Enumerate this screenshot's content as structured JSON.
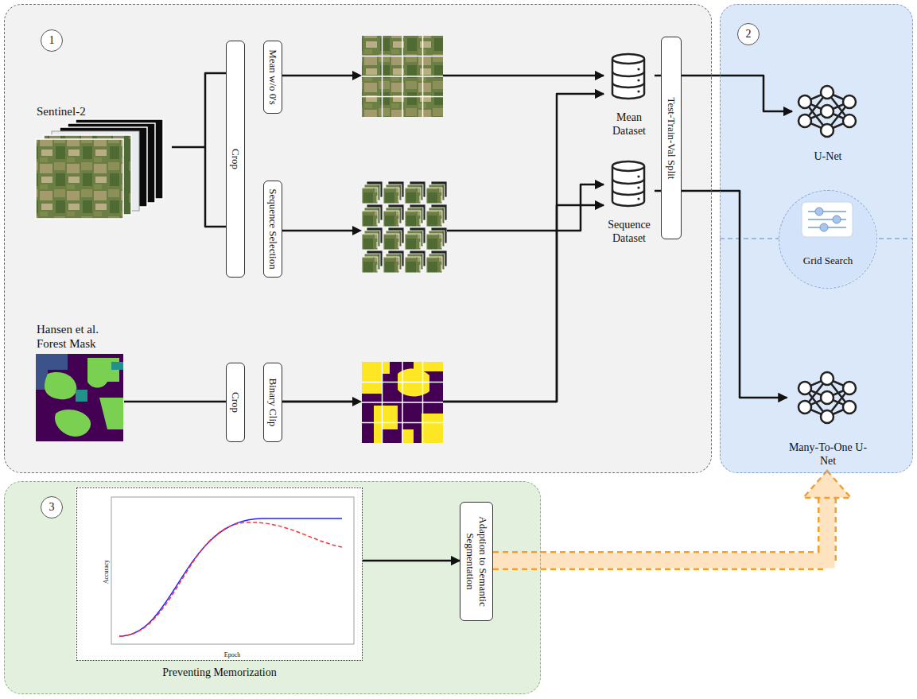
{
  "diagram": {
    "nodes": [
      {
        "text": [
          "1"
        ]
      },
      {
        "text": [
          "Sentinel-2"
        ],
        "in": 0
      },
      {
        "text": [
          "Crop"
        ],
        "in": 0
      },
      {
        "text": [
          "Mean w/o 0's"
        ],
        "in": 0
      },
      {
        "text": [
          "Sequence Selection"
        ],
        "in": 0
      },
      {
        "text": [
          "Hansen et al. Forest Mask"
        ],
        "in": 0
      },
      {
        "text": [
          "Crop"
        ],
        "in": 0
      },
      {
        "text": [
          "Binary Clip"
        ],
        "in": 0
      },
      {
        "text": [
          "Mean Dataset"
        ],
        "in": 0
      },
      {
        "text": [
          "Sequence Dataset"
        ],
        "in": 0
      },
      {
        "text": [
          "Test-Train-Val Split"
        ],
        "in": 0
      },
      {
        "text": [
          "2"
        ]
      },
      {
        "text": [
          "U-Net"
        ],
        "in": 11
      },
      {
        "text": [
          "Grid Search"
        ],
        "in": 11
      },
      {
        "text": [
          "Many-To-One U-Net"
        ],
        "in": 11
      },
      {
        "text": [
          "3"
        ]
      },
      {
        "text": [
          "Accuracy",
          "Epoch",
          "Preventing Memorization"
        ],
        "in": 15
      },
      {
        "text": [
          "Adaption to Semantic Segmentation"
        ],
        "in": 15
      }
    ],
    "edges": [
      {
        "from": 1,
        "to": 2,
        "arrow": "none"
      },
      {
        "from": 3,
        "to": 8,
        "arrow": "to"
      },
      {
        "from": 4,
        "to": 9,
        "arrow": "to"
      },
      {
        "from": 7,
        "to": 8,
        "arrow": "to"
      },
      {
        "from": 7,
        "to": 9,
        "arrow": "to"
      },
      {
        "from": 5,
        "to": 6,
        "arrow": "none"
      },
      {
        "from": 8,
        "to": 10,
        "arrow": "none"
      },
      {
        "from": 9,
        "to": 10,
        "arrow": "none"
      },
      {
        "from": 10,
        "to": 12,
        "arrow": "to"
      },
      {
        "from": 10,
        "to": 14,
        "arrow": "to"
      },
      {
        "from": 16,
        "to": 17,
        "arrow": "to"
      },
      {
        "from": 17,
        "to": 11,
        "arrow": "to"
      }
    ]
  }
}
